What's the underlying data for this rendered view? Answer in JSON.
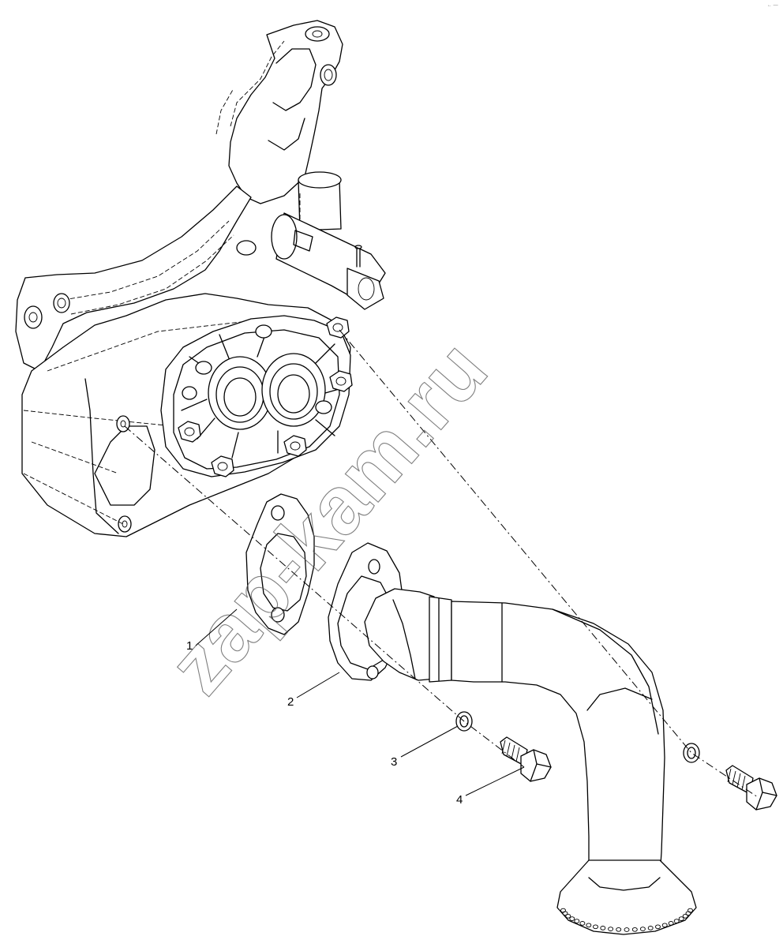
{
  "watermark": "zap-kam.ru",
  "callouts": [
    {
      "label": "1"
    },
    {
      "label": "2"
    },
    {
      "label": "3"
    },
    {
      "label": "4"
    }
  ],
  "corner_mark": "← —"
}
